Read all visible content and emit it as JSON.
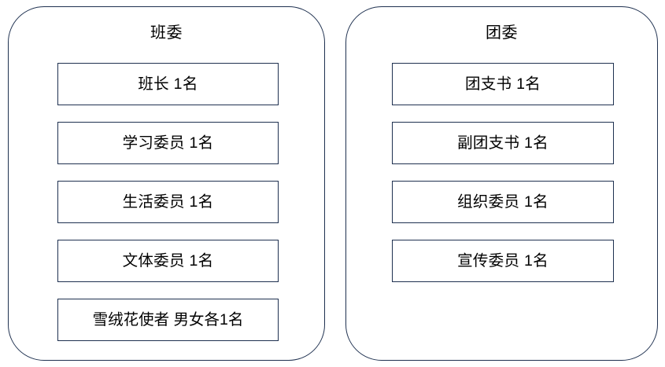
{
  "diagram": {
    "type": "organization-structure",
    "groups": [
      {
        "title": "班委",
        "roles": [
          {
            "label": "班长 1名"
          },
          {
            "label": "学习委员 1名"
          },
          {
            "label": "生活委员 1名"
          },
          {
            "label": "文体委员 1名"
          },
          {
            "label": "雪绒花使者 男女各1名"
          }
        ]
      },
      {
        "title": "团委",
        "roles": [
          {
            "label": "团支书 1名"
          },
          {
            "label": "副团支书 1名"
          },
          {
            "label": "组织委员 1名"
          },
          {
            "label": "宣传委员 1名"
          }
        ]
      }
    ],
    "colors": {
      "border": "#1f3150",
      "text": "#000000",
      "background": "#ffffff"
    }
  }
}
